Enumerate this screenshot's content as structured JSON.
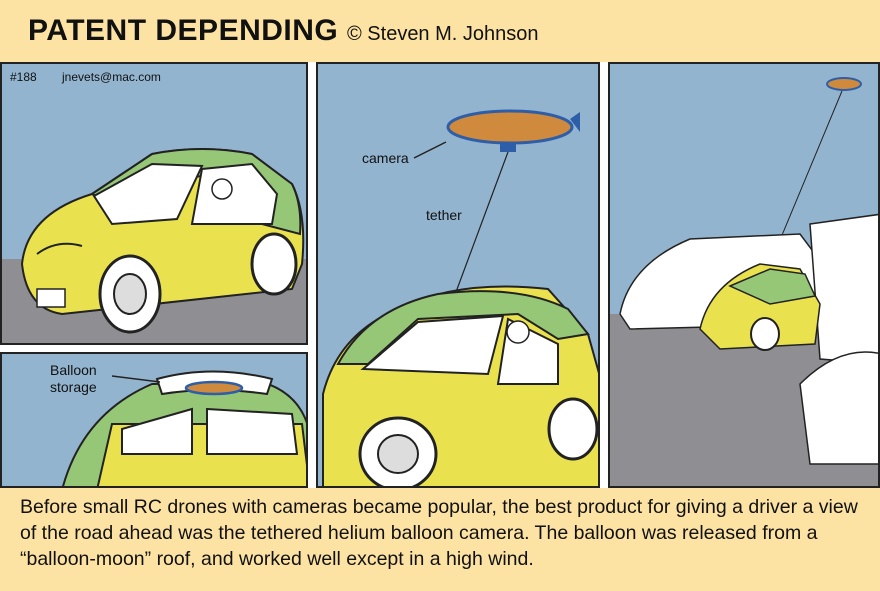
{
  "header": {
    "title": "PATENT DEPENDING",
    "credit": "© Steven M. Johnson"
  },
  "panel1": {
    "number": "#188",
    "email": "jnevets@mac.com"
  },
  "panel2": {
    "label": "Balloon\nstorage"
  },
  "panel3": {
    "camera_label": "camera",
    "tether_label": "tether"
  },
  "caption": "Before small RC drones with cameras became popular, the best product for giving a driver a view of the road ahead was the tethered helium balloon camera. The balloon was released from a “balloon-moon” roof, and worked well except in a high wind.",
  "colors": {
    "header_bg": "#fde3a3",
    "sky": "#93b4cf",
    "road": "#8f8f93",
    "car_body": "#e9e24e",
    "car_roof": "#95c777",
    "balloon": "#cf8a3d",
    "balloon_edge": "#2f5ea8"
  }
}
